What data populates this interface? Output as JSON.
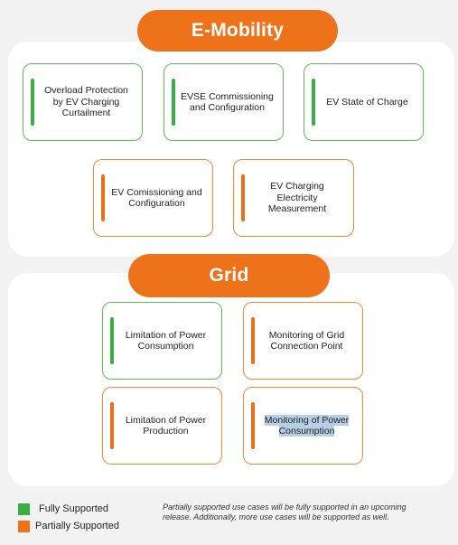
{
  "sections": {
    "emobility": {
      "title": "E-Mobility",
      "cards": [
        {
          "label": "Overload Protection by EV Charging Curtailment",
          "status": "full"
        },
        {
          "label": "EVSE Commissioning and Configuration",
          "status": "full"
        },
        {
          "label": "EV State of Charge",
          "status": "full"
        },
        {
          "label": "EV Comissioning and Configuration",
          "status": "partial"
        },
        {
          "label": "EV Charging Electricity Measurement",
          "status": "partial"
        }
      ]
    },
    "grid": {
      "title": "Grid",
      "cards": [
        {
          "label": "Limitation of Power Consumption",
          "status": "full"
        },
        {
          "label": "Monitoring of Grid Connection Point",
          "status": "partial"
        },
        {
          "label": "Limitation of Power Production",
          "status": "partial"
        },
        {
          "label": "Monitoring of Power Consumption",
          "status": "partial"
        }
      ]
    }
  },
  "legend": {
    "full": {
      "label": "Fully Supported",
      "color": "#3aad44"
    },
    "partial": {
      "label": "Partially Supported",
      "color": "#ee7219"
    }
  },
  "note": "Partially supported use cases will be fully supported in an upcoming release. Additionally, more use cases will be supported as well."
}
